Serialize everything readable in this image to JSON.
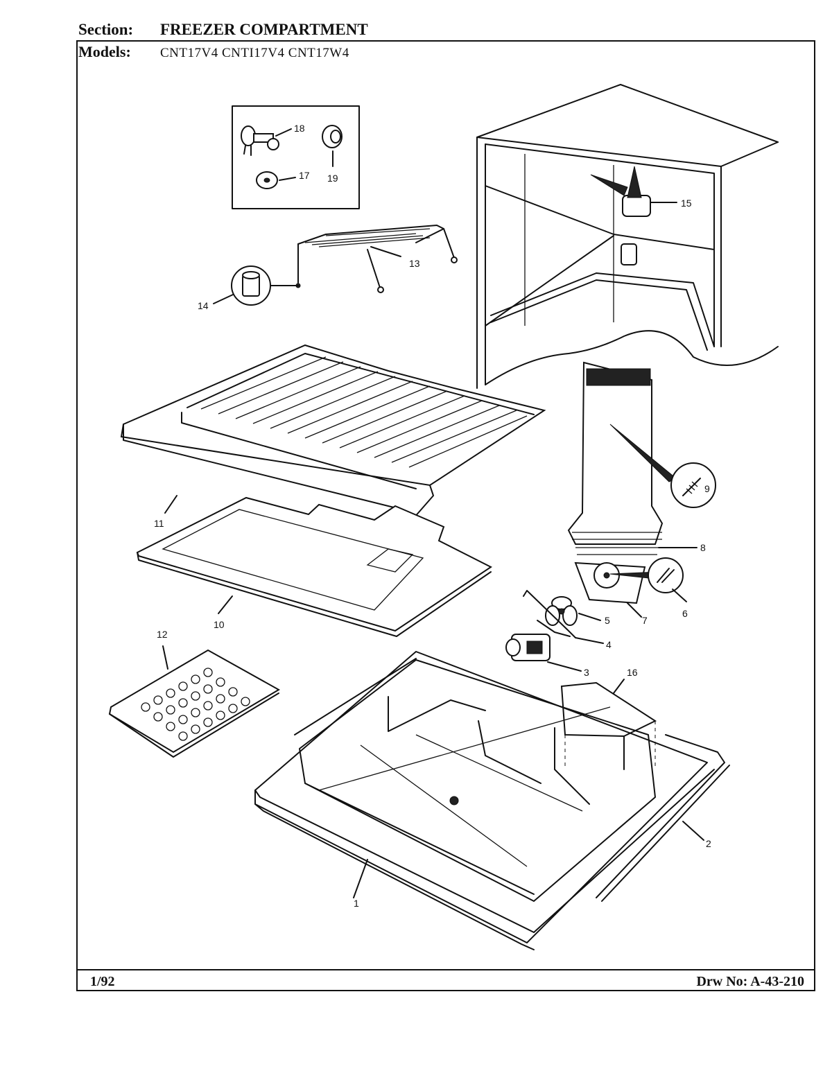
{
  "header": {
    "section_label": "Section:",
    "section_value": "FREEZER COMPARTMENT",
    "models_label": "Models:",
    "models_value": "CNT17V4   CNTI17V4   CNT17W4"
  },
  "footer": {
    "revision": "1/92",
    "drawing_number": "Drw No: A-43-210"
  },
  "callouts": {
    "c1": "1",
    "c2": "2",
    "c3": "3",
    "c4": "4",
    "c5": "5",
    "c6": "6",
    "c7": "7",
    "c8": "8",
    "c9": "9",
    "c10": "10",
    "c11": "11",
    "c12": "12",
    "c13": "13",
    "c14": "14",
    "c15": "15",
    "c16": "16",
    "c17": "17",
    "c18": "18",
    "c19": "19"
  }
}
